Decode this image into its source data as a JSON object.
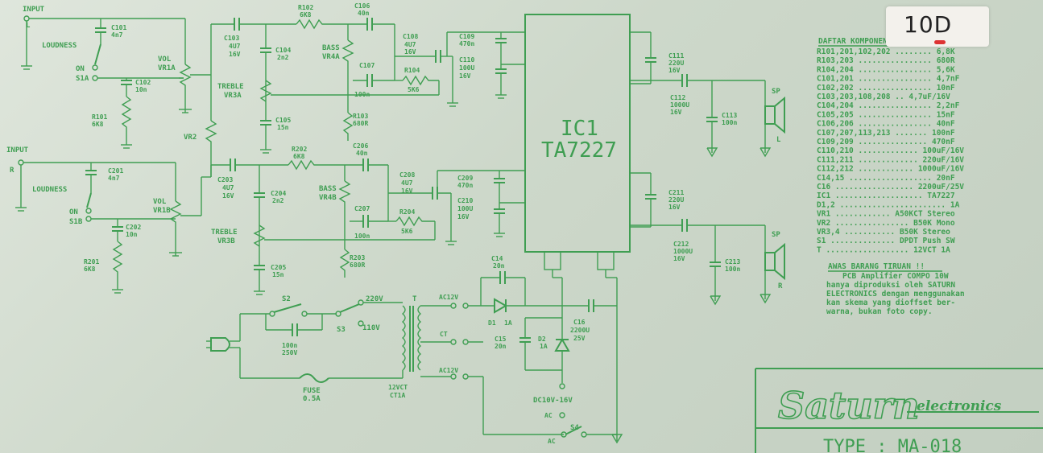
{
  "page_label": "10D",
  "ic": {
    "ref": "IC1",
    "part": "TA7227"
  },
  "labels": {
    "input": "INPUT",
    "l": "L",
    "r": "R",
    "loudness": "LOUDNESS",
    "on": "ON",
    "s1a": "S1A",
    "s1b": "S1B",
    "vol": "VOL",
    "vr1a": "VR1A",
    "vr1b": "VR1B",
    "vr2": "VR2",
    "treble": "TREBLE",
    "vr3a": "VR3A",
    "vr3b": "VR3B",
    "bass": "BASS",
    "vr4a": "VR4A",
    "vr4b": "VR4B",
    "sp": "SP",
    "s2": "S2",
    "s3": "S3",
    "s4": "S4",
    "v220": "220V",
    "v110": "110V",
    "t": "T",
    "ac12v_top": "AC12V",
    "ct": "CT",
    "ac12v_bot": "AC12V",
    "fuse": "FUSE",
    "fuse_val": "0.5A",
    "trafo": "12VCT",
    "trafo_a": "CT1A",
    "dc": "DC10V-16V",
    "ac_a": "AC",
    "ac_b": "AC"
  },
  "components": {
    "c101": [
      "C101",
      "4n7"
    ],
    "c102": [
      "C102",
      "10n"
    ],
    "r101": [
      "R101",
      "6K8"
    ],
    "c103": [
      "C103",
      "4U7",
      "16V"
    ],
    "c104": [
      "C104",
      "2n2"
    ],
    "c105": [
      "C105",
      "15n"
    ],
    "r102": [
      "R102",
      "6K8"
    ],
    "c106": [
      "C106",
      "40n"
    ],
    "c107": [
      "C107",
      "100n"
    ],
    "r103": [
      "R103",
      "680R"
    ],
    "r104": [
      "R104",
      "5K6"
    ],
    "c108": [
      "C108",
      "4U7",
      "16V"
    ],
    "c109": [
      "C109",
      "470n"
    ],
    "c110": [
      "C110",
      "100U",
      "16V"
    ],
    "c111": [
      "C111",
      "220U",
      "16V"
    ],
    "c112": [
      "C112",
      "1000U",
      "16V"
    ],
    "c113": [
      "C113",
      "100n"
    ],
    "c201": [
      "C201",
      "4n7"
    ],
    "c202": [
      "C202",
      "10n"
    ],
    "r201": [
      "R201",
      "6K8"
    ],
    "c203": [
      "C203",
      "4U7",
      "16V"
    ],
    "c204": [
      "C204",
      "2n2"
    ],
    "c205": [
      "C205",
      "15n"
    ],
    "r202": [
      "R202",
      "6K8"
    ],
    "c206": [
      "C206",
      "40n"
    ],
    "c207": [
      "C207",
      "100n"
    ],
    "r203": [
      "R203",
      "680R"
    ],
    "r204": [
      "R204",
      "5K6"
    ],
    "c208": [
      "C208",
      "4U7",
      "16V"
    ],
    "c209": [
      "C209",
      "470n"
    ],
    "c210": [
      "C210",
      "100U",
      "16V"
    ],
    "c211": [
      "C211",
      "220U",
      "16V"
    ],
    "c212": [
      "C212",
      "1000U",
      "16V"
    ],
    "c213": [
      "C213",
      "100n"
    ],
    "c14": [
      "C14",
      "20n"
    ],
    "c15": [
      "C15",
      "20n"
    ],
    "c16": [
      "C16",
      "2200U",
      "25V"
    ],
    "d1": [
      "D1",
      "1A"
    ],
    "d2": [
      "D2",
      "1A"
    ],
    "cs": [
      "100n",
      "250V"
    ]
  },
  "parts_list": {
    "title": "DAFTAR KOMPONEN",
    "items": [
      "R101,201,102,202 ........ 6,8K",
      "R103,203 ................ 680R",
      "R104,204 ................ 5,6K",
      "C101,201 ................ 4,7nF",
      "C102,202 ................ 10nF",
      "C103,203,108,208 .. 4,7uF/16V",
      "C104,204 ................ 2,2nF",
      "C105,205 ................ 15nF",
      "C106,206 ................ 40nF",
      "C107,207,113,213 ....... 100nF",
      "C109,209 ............... 470nF",
      "C110,210 ............. 100uF/16V",
      "C111,211 ............. 220uF/16V",
      "C112,212 ............ 1000uF/16V",
      "C14,15 .................. 20nF",
      "C16 ................. 2200uF/25V",
      "IC1 ................... TA7227",
      "D1,2 ....................... 1A",
      "VR1 ............ A50KCT Stereo",
      "VR2 ................ B50K Mono",
      "VR3,4 ........... B50K Stereo",
      "S1 .............. DPDT Push SW",
      "T .................. 12VCT 1A"
    ]
  },
  "warning": {
    "title": "AWAS BARANG TIRUAN !!",
    "lines": [
      "PCB Amplifier COMPO  10W",
      "hanya diproduksi oleh SATURN",
      "ELECTRONICS dengan menggunakan",
      "kan skema yang dioffset ber-",
      "warna, bukan foto copy."
    ]
  },
  "brand": {
    "name": "Saturn",
    "sub": "electronics"
  },
  "model": "TYPE  :  MA-018"
}
